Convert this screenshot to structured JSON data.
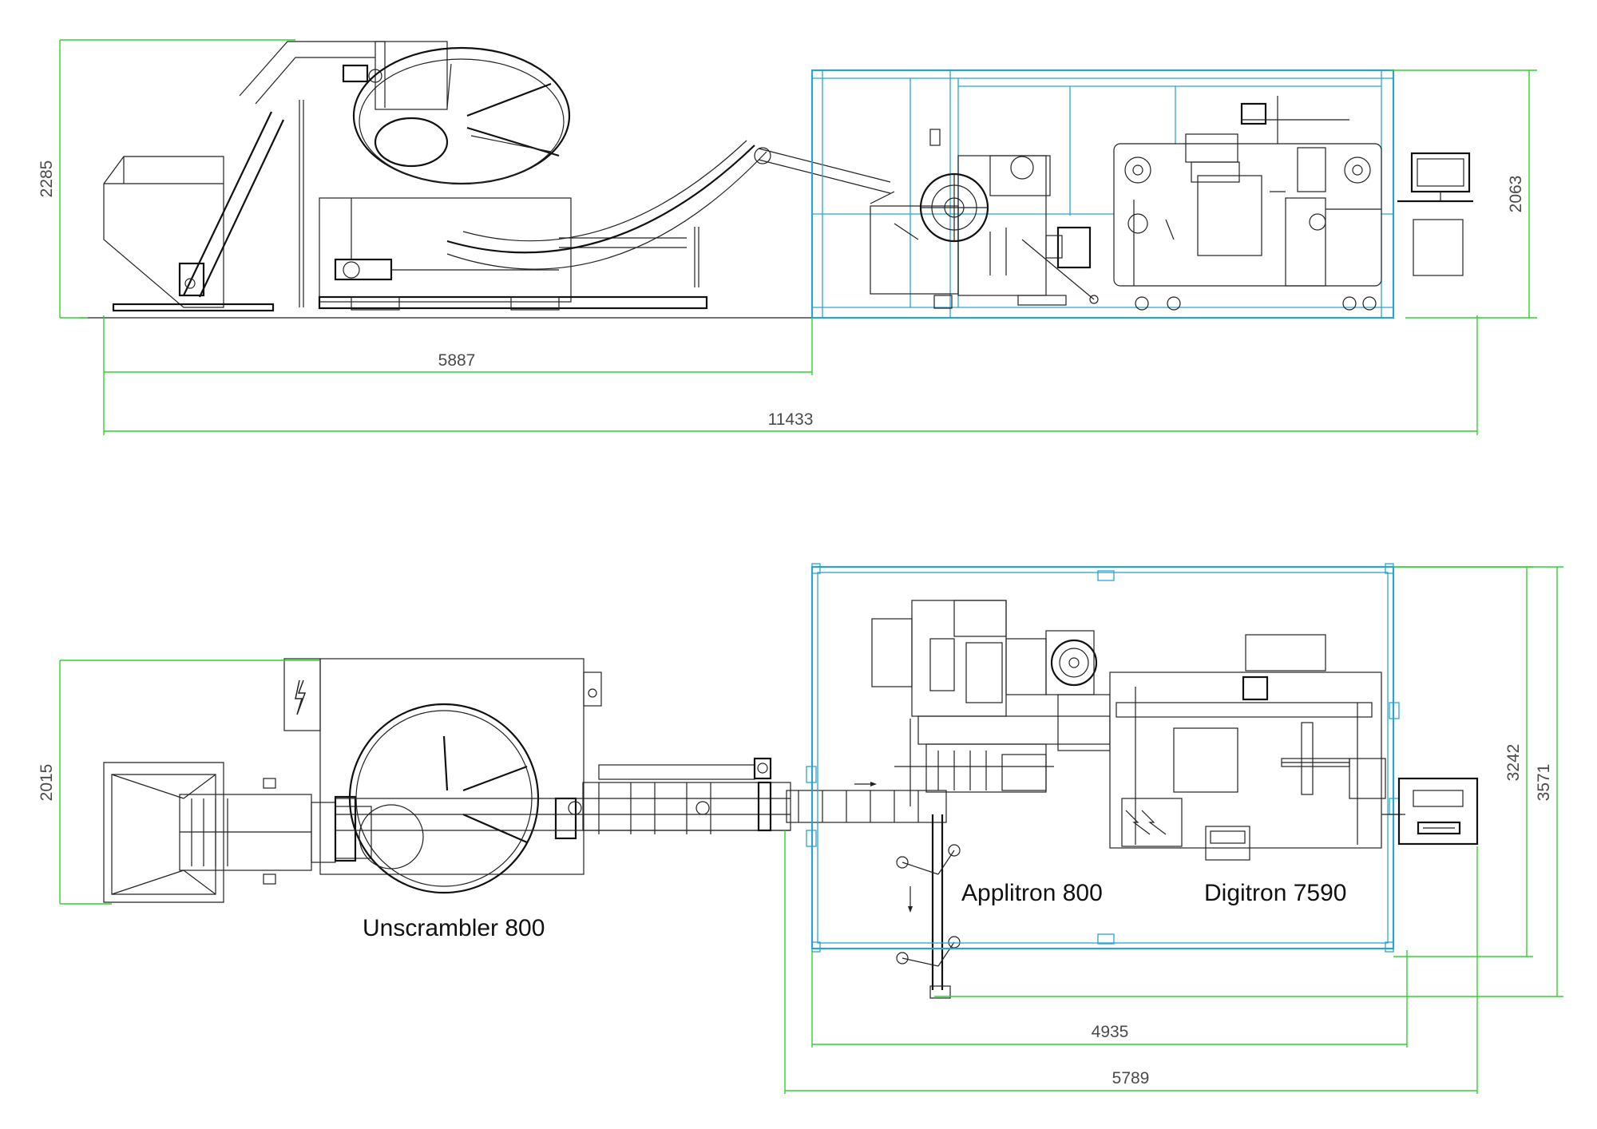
{
  "colors": {
    "machine_lines": "#222222",
    "frame_outline": "#29a3d6",
    "dimension_lines": "#2bd62b"
  },
  "side_view": {
    "dimensions": {
      "height_left": "2285",
      "height_right": "2063",
      "length_partial": "5887",
      "length_total": "11433"
    }
  },
  "top_view": {
    "dimensions": {
      "height_left": "2015",
      "height_inner": "3242",
      "height_outer": "3571",
      "width_inner": "4935",
      "width_outer": "5789"
    },
    "labels": {
      "unscrambler": "Unscrambler 800",
      "applitron": "Applitron 800",
      "digitron": "Digitron 7590"
    }
  }
}
